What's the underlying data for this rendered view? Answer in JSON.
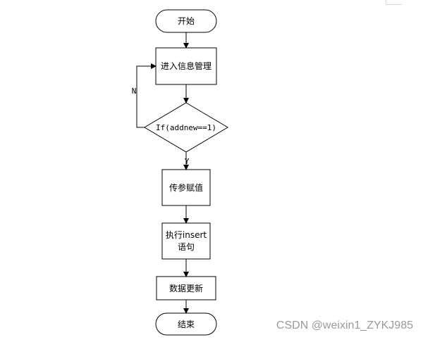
{
  "nodes": {
    "start": "开始",
    "enter_info": "进入信息管理",
    "condition": "If(addnew==1)",
    "assign_params": "传参赋值",
    "exec_insert_line1": "执行insert",
    "exec_insert_line2": "语句",
    "update_data": "数据更新",
    "end": "结束"
  },
  "edges": {
    "no_label": "N",
    "yes_label": "Y"
  },
  "watermark": "CSDN @weixin1_ZYKJ985"
}
